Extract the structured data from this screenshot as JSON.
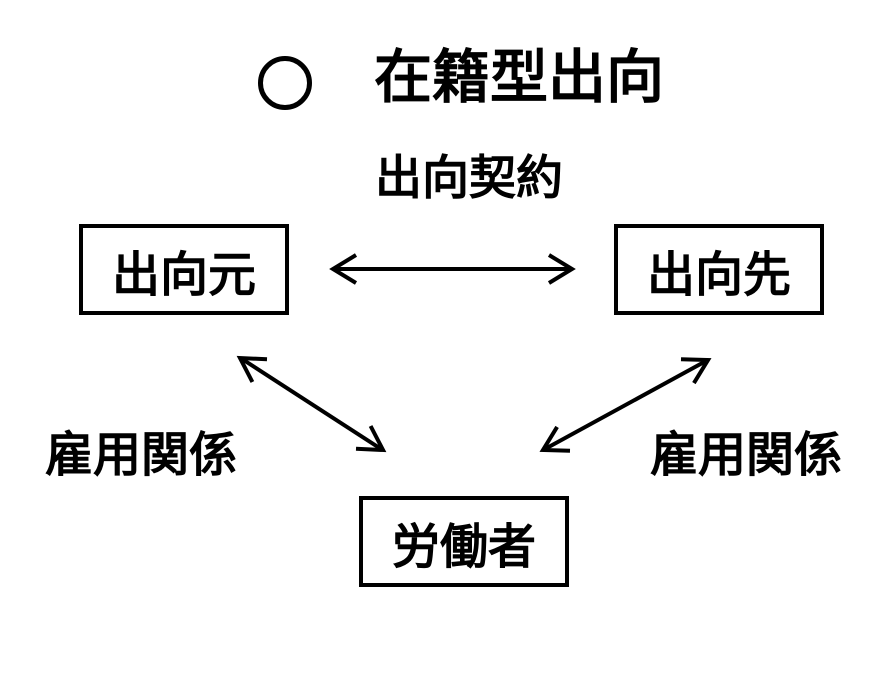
{
  "title": {
    "bullet": "〇",
    "text": "在籍型出向"
  },
  "contract_label": "出向契約",
  "nodes": {
    "source": "出向元",
    "destination": "出向先",
    "worker": "労働者"
  },
  "employment_labels": {
    "left": "雇用関係",
    "right": "雇用関係"
  },
  "edges": [
    {
      "from": "出向元",
      "to": "出向先",
      "label": "出向契約",
      "style": "double-headed-arrow"
    },
    {
      "from": "出向元",
      "to": "労働者",
      "label": "雇用関係",
      "style": "double-headed-arrow"
    },
    {
      "from": "出向先",
      "to": "労働者",
      "label": "雇用関係",
      "style": "double-headed-arrow"
    }
  ],
  "colors": {
    "foreground": "#000000",
    "background": "#ffffff"
  }
}
